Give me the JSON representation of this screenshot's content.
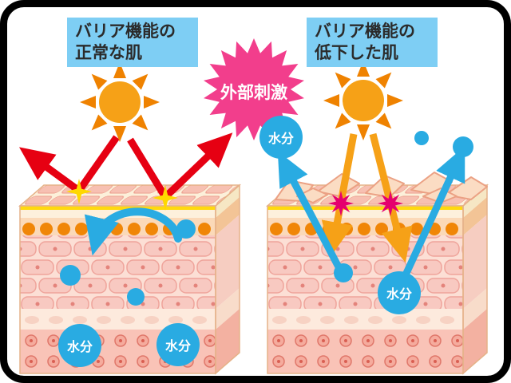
{
  "headings": {
    "normal": {
      "line1": "バリア機能の",
      "line2": "正常な肌"
    },
    "degraded": {
      "line1": "バリア機能の",
      "line2": "低下した肌"
    }
  },
  "stimulus": {
    "label": "外部刺激"
  },
  "moisture": {
    "label": "水分"
  },
  "colors": {
    "frame": "#000000",
    "label_bg": "#7ecef4",
    "label_text": "#2b2b2b",
    "starburst_pink": "#f23e8c",
    "sun_core": "#f6a117",
    "sun_rays": "#ef8200",
    "red_arrow": "#e60012",
    "orange_arrow": "#f6a117",
    "moisture_blue": "#29abe2",
    "sparkle_yellow": "#ffd800",
    "irritation_spark": "#e5006e",
    "skin_surface_gold": "#ffd90f",
    "skin_brick": "#f8c9c1",
    "skin_deep": "#f9c3b7"
  }
}
